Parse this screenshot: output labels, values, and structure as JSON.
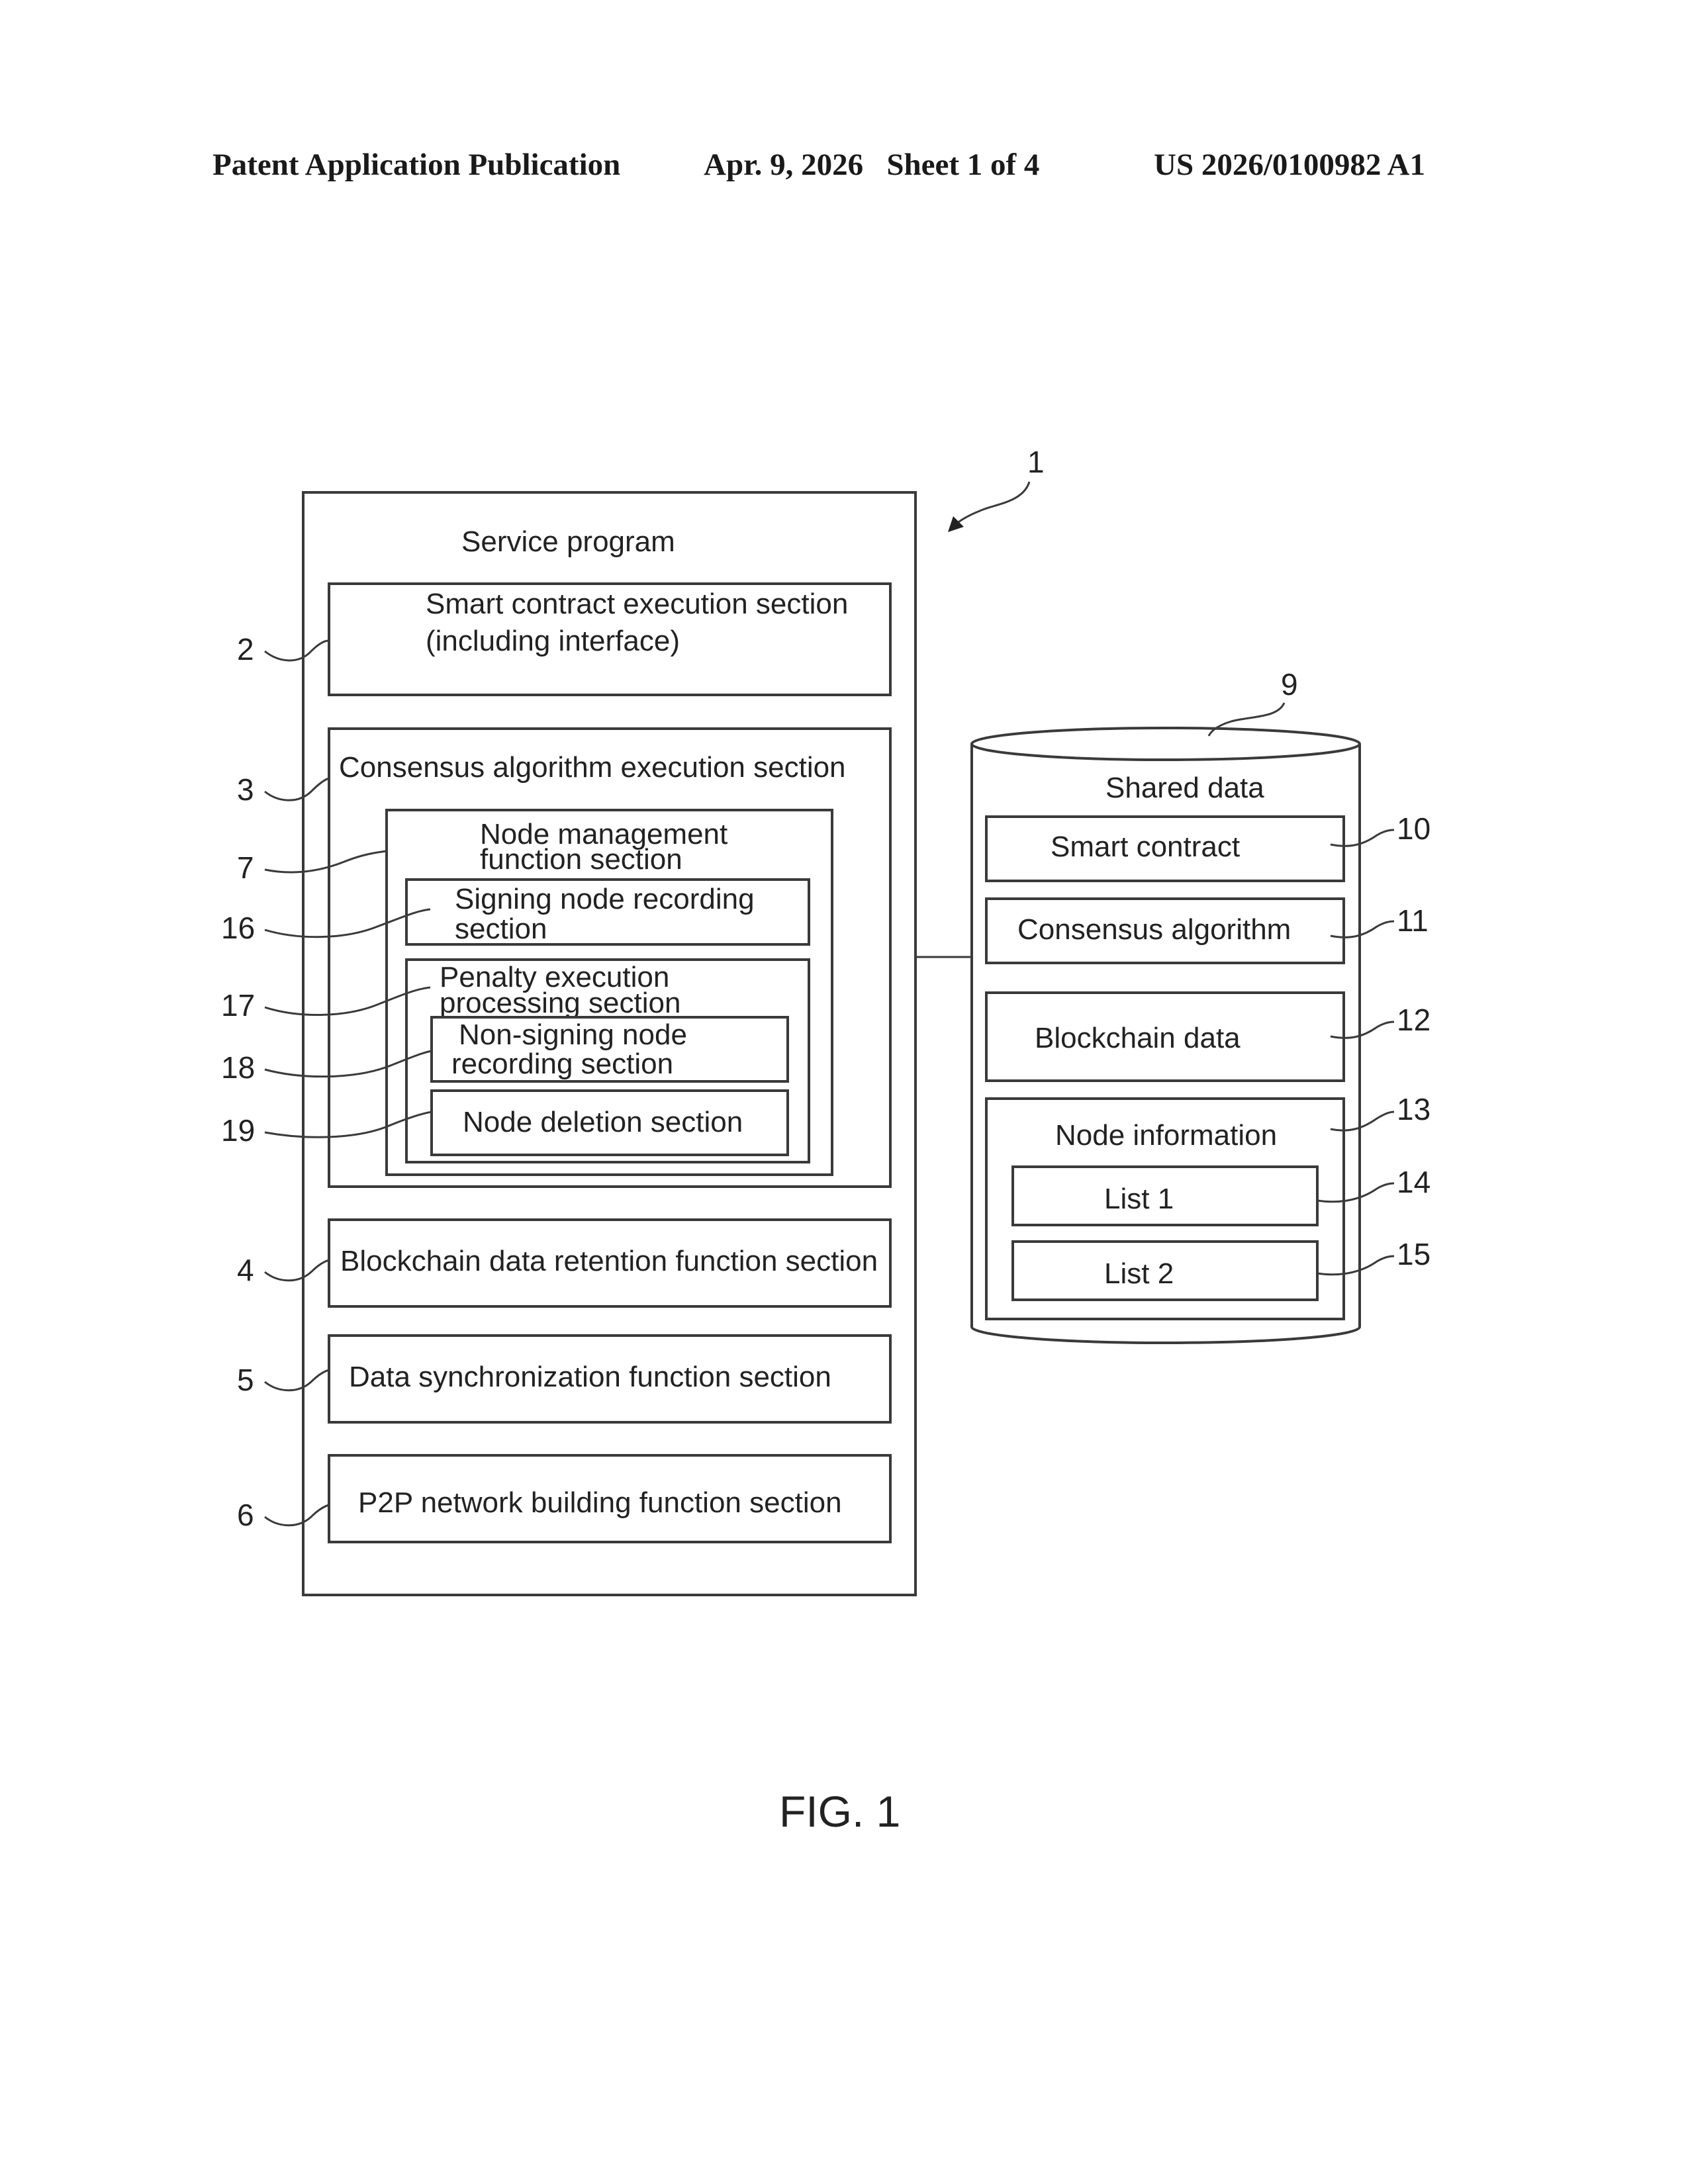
{
  "header": {
    "left": "Patent Application Publication",
    "date_sheet": "Apr. 9, 2026   Sheet 1 of 4",
    "number": "US 2026/0100982 A1"
  },
  "diagram": {
    "ref_main": "1",
    "service_program": "Service program",
    "smart_contract_exec": {
      "line1": "Smart contract execution section",
      "line2": "(including interface)",
      "ref": "2"
    },
    "consensus_exec": {
      "label": "Consensus algorithm execution section",
      "ref": "3"
    },
    "node_mgmt": {
      "line1": "Node management",
      "line2": "function section",
      "ref": "7"
    },
    "signing_node": {
      "line1": "Signing node recording",
      "line2": "section",
      "ref": "16"
    },
    "penalty": {
      "line1": "Penalty execution",
      "line2": "processing section",
      "ref": "17"
    },
    "non_signing": {
      "line1": "Non-signing node",
      "line2": "recording section",
      "ref": "18"
    },
    "node_deletion": {
      "label": "Node deletion section",
      "ref": "19"
    },
    "blockchain_retention": {
      "label": "Blockchain data retention function section",
      "ref": "4"
    },
    "data_sync": {
      "label": "Data synchronization function section",
      "ref": "5"
    },
    "p2p": {
      "label": "P2P network building function section",
      "ref": "6"
    },
    "shared": {
      "ref": "9",
      "label": "Shared data",
      "smart_contract": {
        "label": "Smart contract",
        "ref": "10"
      },
      "consensus": {
        "label": "Consensus algorithm",
        "ref": "11"
      },
      "blockchain": {
        "label": "Blockchain data",
        "ref": "12"
      },
      "node_info": {
        "label": "Node information",
        "ref": "13"
      },
      "list1": {
        "label": "List 1",
        "ref": "14"
      },
      "list2": {
        "label": "List 2",
        "ref": "15"
      }
    }
  },
  "figure_label": "FIG. 1"
}
